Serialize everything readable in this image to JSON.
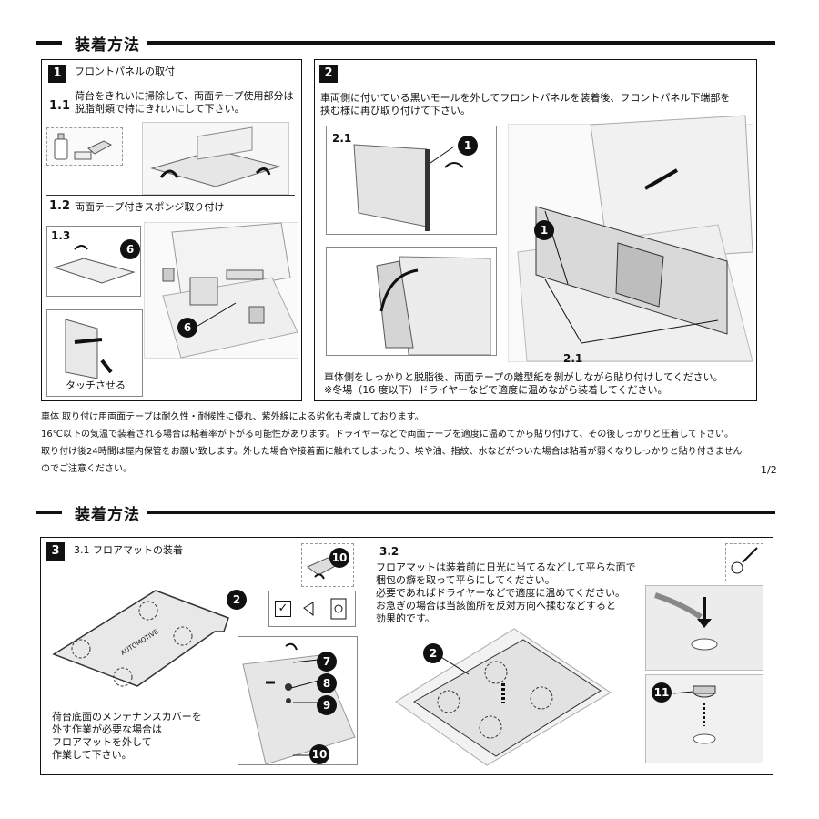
{
  "sec1": {
    "title": "装着方法",
    "step1": {
      "num": "1",
      "title": "フロントパネルの取付",
      "s11_num": "1.1",
      "s11_text": [
        "荷台をきれいに掃除して、両面テープ使用部分は",
        "脱脂剤類で特にきれいにして下さい。"
      ],
      "s12_num": "1.2",
      "s12_text": "両面テープ付きスポンジ取り付け",
      "s13_num": "1.3",
      "callout": "6",
      "touch": "タッチさせる"
    },
    "step2": {
      "num": "2",
      "text": [
        "車両側に付いている黒いモールを外してフロントパネルを装着後、フロントパネル下端部を",
        "挟む様に再び取り付けて下さい。"
      ],
      "s21_num": "2.1",
      "callout": "1",
      "label21": "2.1",
      "bottom_text": [
        "車体側をしっかりと脱脂後、両面テープの離型紙を剝がしながら貼り付けしてください。",
        "※冬場（16 度以下）ドライヤーなどで適度に温めながら装着してください。"
      ]
    },
    "notes": [
      "車体 取り付け用両面テープは耐久性・耐候性に優れ、紫外線による劣化も考慮しております。",
      "16℃以下の気温で装着される場合は粘着率が下がる可能性があります。ドライヤーなどで両面テープを適度に温めてから貼り付けて、その後しっかりと圧着して下さい。",
      "取り付け後24時間は屋内保管をお願い致します。外した場合や接着面に触れてしまったり、埃や油、指紋、水などがついた場合は粘着が弱くなりしっかりと貼り付きません",
      "のでご注意ください。"
    ],
    "page": "1/2"
  },
  "sec2": {
    "title": "装着方法",
    "step3": {
      "num": "3",
      "s31": "3.1 フロアマットの装着",
      "s32": "3.2",
      "s32_text": [
        "フロアマットは装着前に日光に当てるなどして平らな面で",
        "梱包の癖を取って平らにしてください。",
        "必要であればドライヤーなどで適度に温めてください。",
        "お急ぎの場合は当該箇所を反対方向へ揉むなどすると",
        "効果的です。"
      ],
      "left_note": [
        "荷台底面のメンテナンスカバーを",
        "外す作業が必要な場合は",
        "フロアマットを外して",
        "作業して下さい。"
      ],
      "callouts": [
        "2",
        "10",
        "7",
        "8",
        "9",
        "10",
        "2",
        "11"
      ],
      "mat_text": "AUTOMOTIVE"
    }
  }
}
